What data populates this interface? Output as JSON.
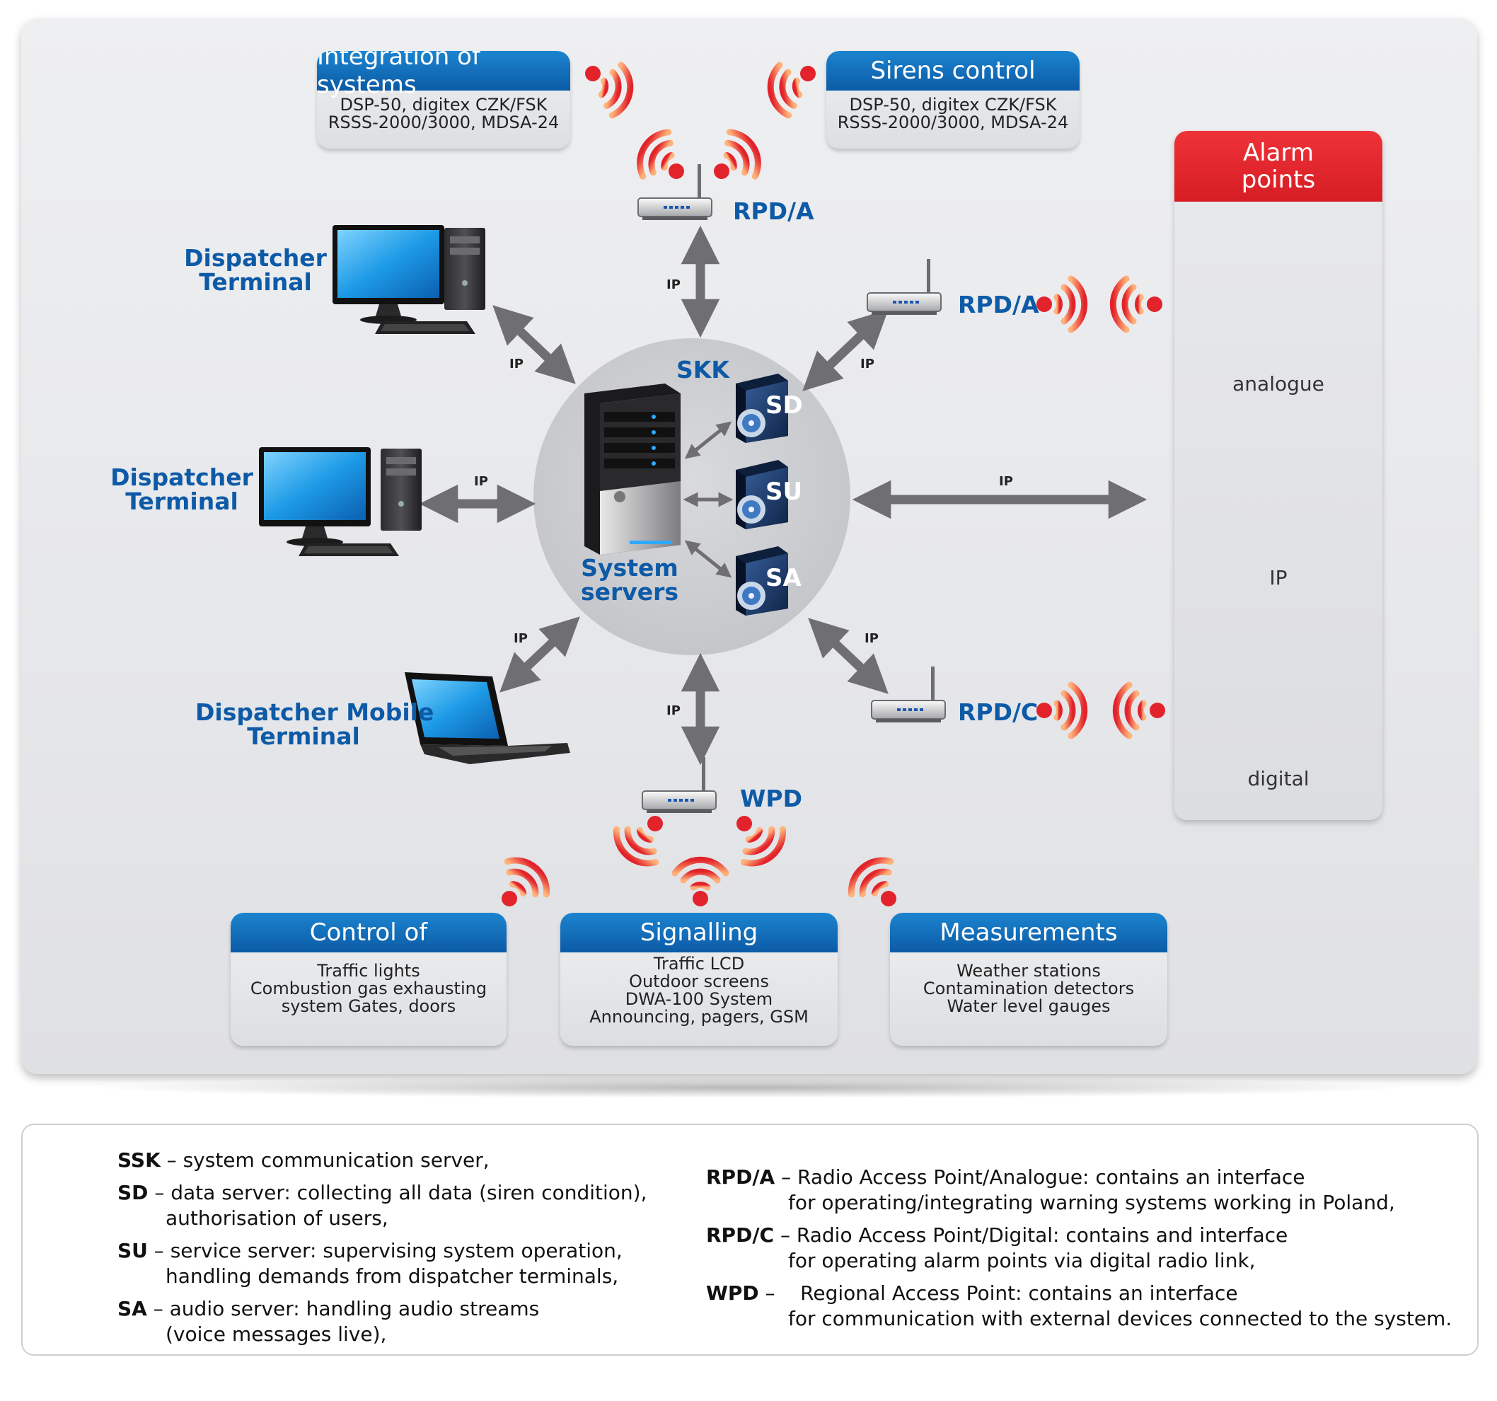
{
  "top_boxes": {
    "integration": {
      "title": "Integration of systems",
      "lines": [
        "DSP-50, digitex CZK/FSK",
        "RSSS-2000/3000, MDSA-24"
      ]
    },
    "sirens": {
      "title": "Sirens control",
      "lines": [
        "DSP-50, digitex CZK/FSK",
        "RSSS-2000/3000, MDSA-24"
      ]
    }
  },
  "alarm": {
    "title_line1": "Alarm",
    "title_line2": "points",
    "items": [
      "analogue",
      "IP",
      "digital"
    ]
  },
  "labels": {
    "rpda_top": "RPD/A",
    "rpda_right": "RPD/A",
    "rpdc": "RPD/C",
    "wpd": "WPD",
    "skk": "SKK",
    "system_servers_1": "System",
    "system_servers_2": "servers",
    "dispatcher1_1": "Dispatcher",
    "dispatcher1_2": "Terminal",
    "dispatcher2_1": "Dispatcher",
    "dispatcher2_2": "Terminal",
    "mobile_1": "Dispatcher Mobile",
    "mobile_2": "Terminal",
    "sd": "SD",
    "su": "SU",
    "sa": "SA",
    "ip": "IP"
  },
  "bottom_boxes": [
    {
      "title": "Control of",
      "lines": [
        "Traffic lights",
        "Combustion gas exhausting",
        "system Gates, doors"
      ]
    },
    {
      "title": "Signalling",
      "lines": [
        "Traffic LCD",
        "Outdoor screens",
        "DWA-100 System",
        "Announcing, pagers, GSM"
      ]
    },
    {
      "title": "Measurements",
      "lines": [
        "Weather stations",
        "Contamination detectors",
        "Water level gauges"
      ]
    }
  ],
  "legend": {
    "ssk": {
      "abbr": "SSK",
      "text": " – system communication server,"
    },
    "sd": {
      "abbr": "SD",
      "text": " – data server: collecting all data (siren condition),",
      "text2": "authorisation of users,"
    },
    "su": {
      "abbr": "SU",
      "text": " – service server: supervising system operation,",
      "text2": "handling demands from dispatcher terminals,"
    },
    "sa": {
      "abbr": "SA",
      "text": " – audio server: handling audio streams",
      "text2": "(voice messages live),"
    },
    "rpda": {
      "abbr": "RPD/A",
      "text": " – Radio Access Point/Analogue: contains an interface",
      "text2": "for operating/integrating warning systems working in Poland,"
    },
    "rpdc": {
      "abbr": "RPD/C",
      "text": " – Radio Access Point/Digital: contains and interface",
      "text2": "for operating alarm points via digital radio link,"
    },
    "wpd": {
      "abbr": "WPD",
      "text": " –    Regional Access Point: contains an interface",
      "text2": "for communication with external devices connected to the system."
    }
  },
  "colors": {
    "blue": "#0d5aa7",
    "red": "#e2232b",
    "header_blue": "#0c5ba6",
    "arrow_gray": "#7a7a7a"
  }
}
